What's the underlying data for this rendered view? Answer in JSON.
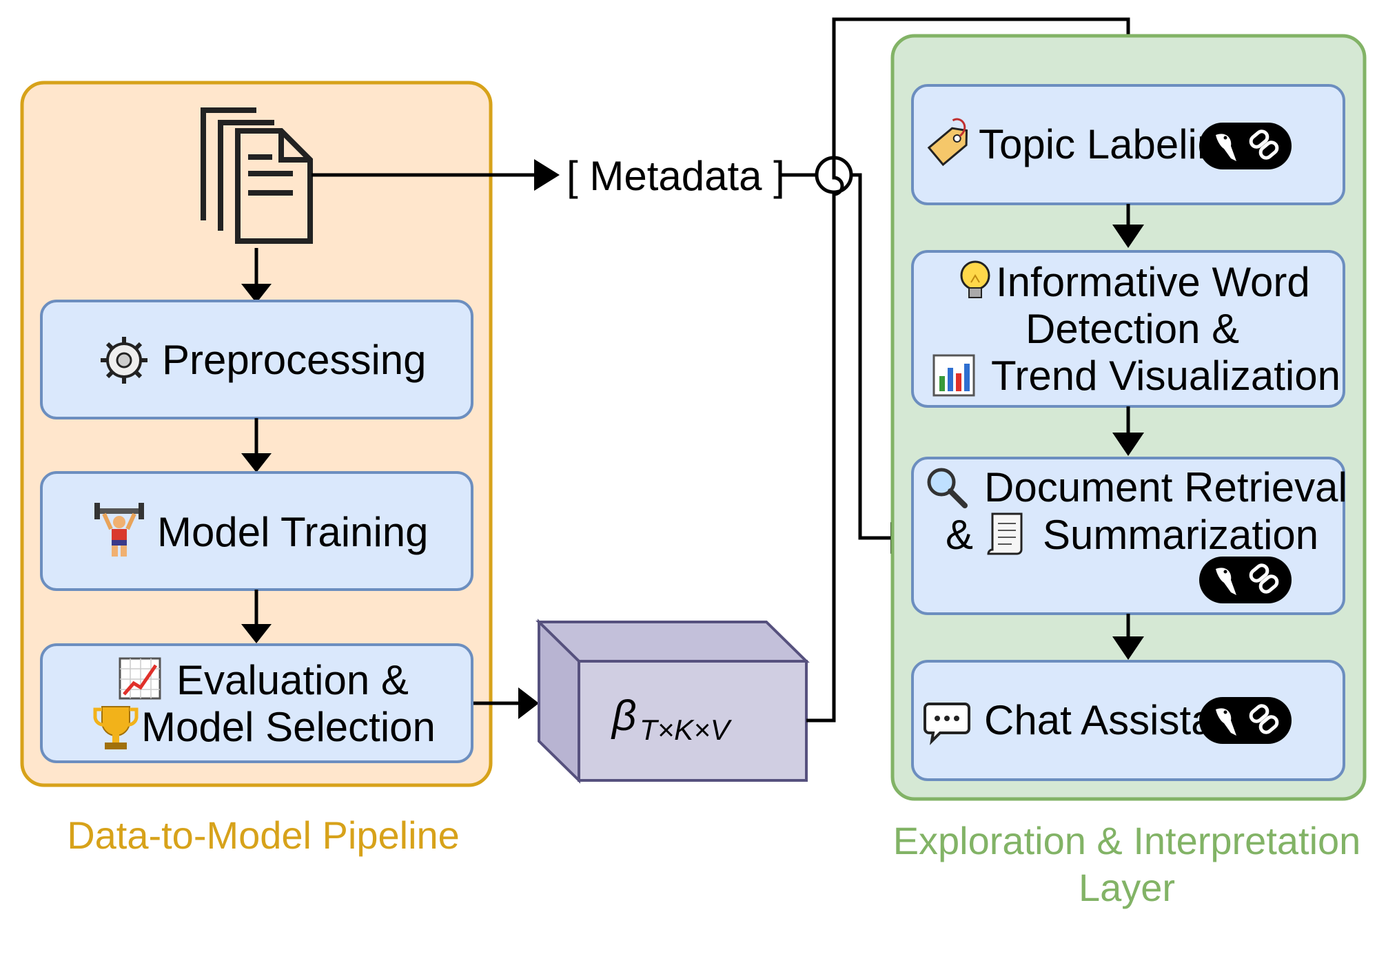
{
  "colors": {
    "pipeline_fill": "#ffe6cc",
    "pipeline_border": "#d7a21a",
    "pipeline_title": "#d7a21a",
    "layer_fill": "#d5e8d4",
    "layer_border": "#82b366",
    "layer_title": "#82b366",
    "step_fill": "#dae8fc",
    "step_border": "#6c8ebf",
    "tensor_front": "#d0cee2",
    "tensor_side": "#b8b4d2",
    "tensor_border": "#56517e",
    "badge_fill": "#000000",
    "arrow": "#000000"
  },
  "pipeline": {
    "title": "Data-to-Model Pipeline",
    "steps": {
      "preprocessing": "Preprocessing",
      "model_training": "Model Training",
      "evaluation_line1": "Evaluation &",
      "evaluation_line2": "Model Selection"
    },
    "icons": [
      "documents-icon",
      "gear-icon",
      "weightlifter-icon",
      "chart-increasing-icon",
      "trophy-icon"
    ]
  },
  "metadata": {
    "label": "[ Metadata ]"
  },
  "tensor": {
    "symbol": "β",
    "subscript": "T×K×V"
  },
  "layer": {
    "title_line1": "Exploration & Interpretation",
    "title_line2": "Layer",
    "steps": {
      "topic_labeling": "Topic Labeling",
      "informative_line1": "Informative Word",
      "informative_line2": "Detection &",
      "informative_line3": "Trend Visualization",
      "retrieval_line1": "Document Retrieval",
      "retrieval_line2_prefix": "&",
      "retrieval_line2": "Summarization",
      "chat": "Chat Assistant"
    },
    "icons": [
      "tag-icon",
      "light-bulb-icon",
      "bar-chart-icon",
      "magnifier-icon",
      "scroll-icon",
      "speech-bubble-icon",
      "parrot-link-icon"
    ]
  }
}
